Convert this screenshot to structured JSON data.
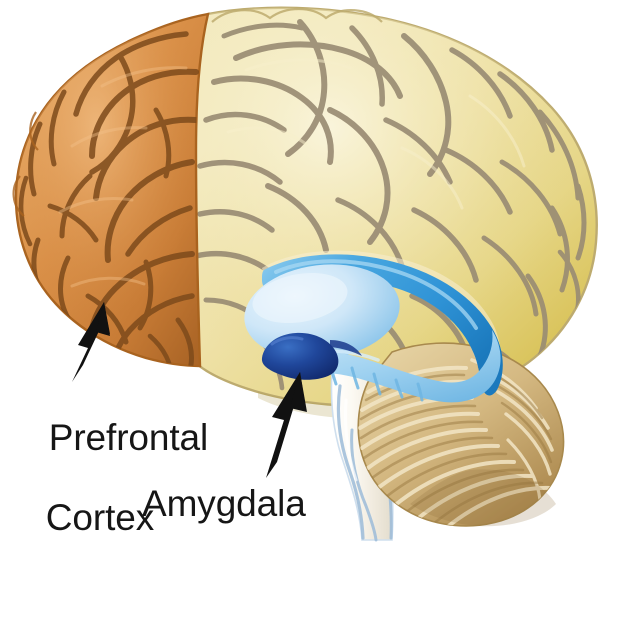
{
  "figure": {
    "title": "Brain anatomy diagram: prefrontal cortex and amygdala",
    "background_color": "#ffffff"
  },
  "labels": {
    "prefrontal": {
      "line1": "Prefrontal",
      "line2": "Cortex",
      "color": "#161616"
    },
    "amygdala": {
      "text": "Amygdala",
      "color": "#161616"
    }
  },
  "annotations": {
    "arrow_prefrontal": {
      "name": "arrow-prefrontal-cortex",
      "color": "#111111",
      "points_to": "prefrontal-cortex-region"
    },
    "arrow_amygdala": {
      "name": "arrow-amygdala",
      "color": "#111111",
      "points_to": "amygdala-region"
    }
  },
  "anatomy": {
    "cerebral_cortex": {
      "name": "cerebral-cortex",
      "fill_light": "#f2e7b8",
      "fill_mid": "#e8d98f",
      "fill_deep": "#d9c253",
      "outline": "#b9a86d",
      "sulci_color": "#9a8c74"
    },
    "prefrontal_cortex": {
      "name": "prefrontal-cortex",
      "fill_light": "#e3a05a",
      "fill_mid": "#d2883f",
      "fill_deep": "#b56f2e",
      "outline": "#a56227",
      "sulci_color": "#7d4a1c"
    },
    "cerebellum": {
      "name": "cerebellum",
      "fill_light": "#e3cf9d",
      "fill_mid": "#cdb077",
      "fill_deep": "#b08f54",
      "folia_color": "#f0e3c4"
    },
    "brainstem": {
      "name": "brainstem",
      "fill_light": "#fdfaf3",
      "fill_mid": "#f0ece3",
      "outline": "#a8c4de"
    },
    "corpus_callosum": {
      "name": "corpus-callosum-arc",
      "fill_light": "#7fc4ea",
      "fill_mid": "#3399dd",
      "fill_deep": "#1f7cc2"
    },
    "thalamus": {
      "name": "thalamus-oval",
      "fill_light": "#e2f1fb",
      "fill_mid": "#bfdff5",
      "fill_deep": "#8ec6ea"
    },
    "hippocampus": {
      "name": "hippocampus",
      "fill_light": "#bfe0f6",
      "fill_mid": "#96cdee",
      "fill_deep": "#6bb4e2"
    },
    "amygdala": {
      "name": "amygdala",
      "fill_light": "#2f63b8",
      "fill_mid": "#1b3a8c",
      "fill_deep": "#122a6a"
    }
  }
}
